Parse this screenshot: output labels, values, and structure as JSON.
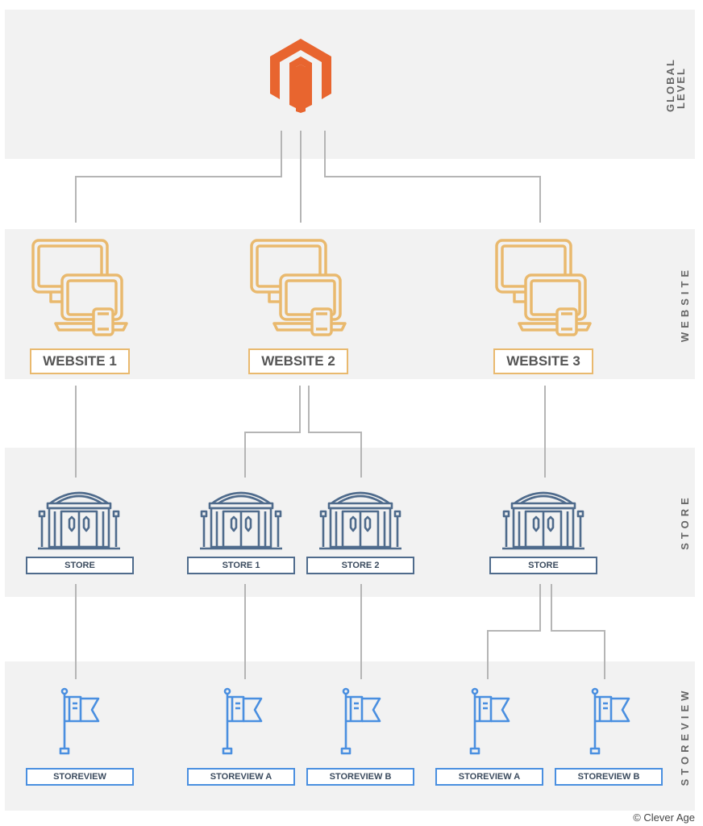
{
  "levels": {
    "global": [
      "GLOBAL",
      "LEVEL"
    ],
    "website": "WEBSITE",
    "store": "STORE",
    "storeview": "STOREVIEW"
  },
  "websites": [
    "WEBSITE 1",
    "WEBSITE 2",
    "WEBSITE 3"
  ],
  "stores": [
    "STORE",
    "STORE 1",
    "STORE 2",
    "STORE"
  ],
  "storeviews": [
    "STOREVIEW",
    "STOREVIEW A",
    "STOREVIEW B",
    "STOREVIEW A",
    "STOREVIEW B"
  ],
  "credit": "© Clever Age",
  "colors": {
    "brand": "#e8652f",
    "website": "#e9b96e",
    "store": "#4f6b8c",
    "storeview": "#4a8fe0",
    "connector": "#b5b5b5",
    "band": "#f2f2f2"
  },
  "icons": {
    "global": "magento-logo-icon",
    "website": "devices-icon",
    "store": "storefront-icon",
    "storeview": "flag-icon"
  }
}
